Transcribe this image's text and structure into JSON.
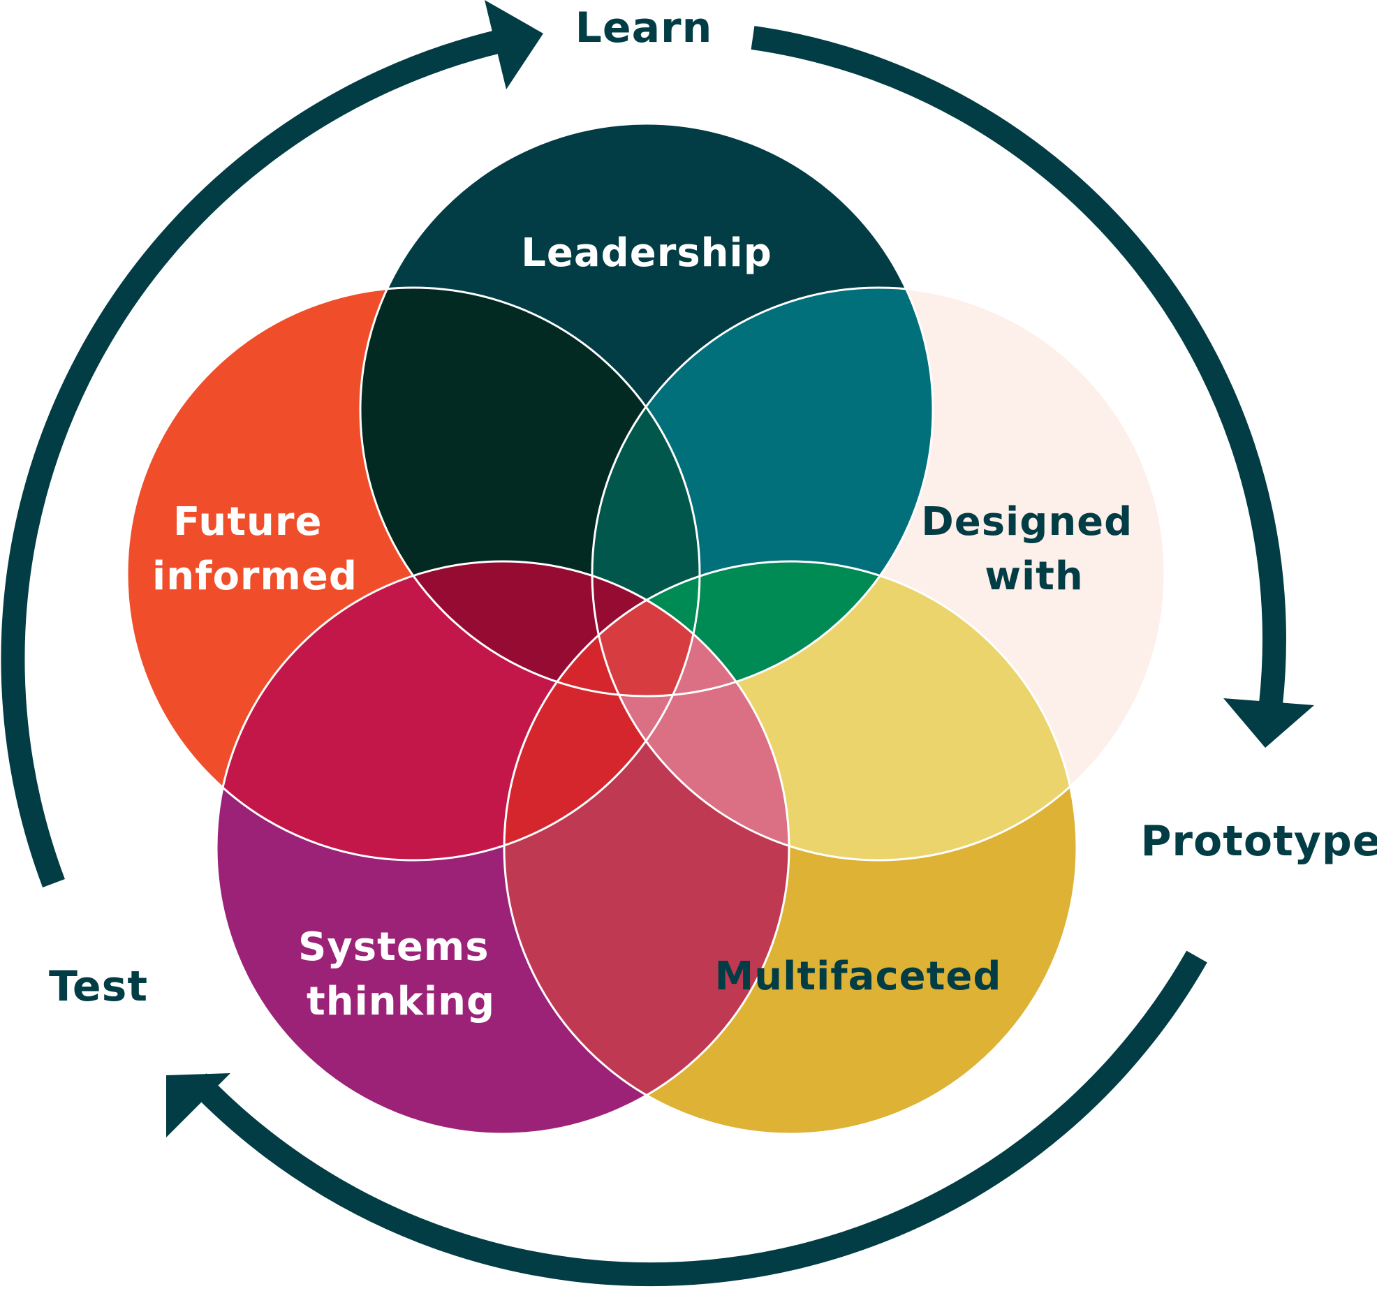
{
  "cycle": {
    "stages": [
      "Learn",
      "Prototype",
      "Test"
    ],
    "arrow_color": "#023c44"
  },
  "circles": [
    {
      "id": "leadership",
      "label_lines": [
        "Leadership"
      ],
      "color": "#023c44",
      "text_color": "#ffffff"
    },
    {
      "id": "future-informed",
      "label_lines": [
        "Future",
        "informed"
      ],
      "color": "#f04e2b",
      "text_color": "#ffffff"
    },
    {
      "id": "designed-with",
      "label_lines": [
        "Designed",
        "with"
      ],
      "color": "#fdefea",
      "text_color": "#023c44"
    },
    {
      "id": "systems-thinking",
      "label_lines": [
        "Systems",
        "thinking"
      ],
      "color": "#9c2278",
      "text_color": "#ffffff"
    },
    {
      "id": "multifaceted",
      "label_lines": [
        "Multifaceted"
      ],
      "color": "#ddb235",
      "text_color": "#023c44"
    }
  ],
  "overlap_colors": {
    "leadership_future": "#022a22",
    "leadership_designed": "#01707a",
    "leadership_future_designed": "#02574c",
    "future_systems": "#c3174a",
    "designed_multifaceted": "#ecd46c",
    "leadership_systems": "#950b32",
    "leadership_multifaceted": "#008a54",
    "systems_multifaceted": "#bf3952",
    "future_systems_multifaceted": "#d6262d",
    "designed_systems_multifaceted": "#db6f84",
    "center": "#d73c40"
  }
}
